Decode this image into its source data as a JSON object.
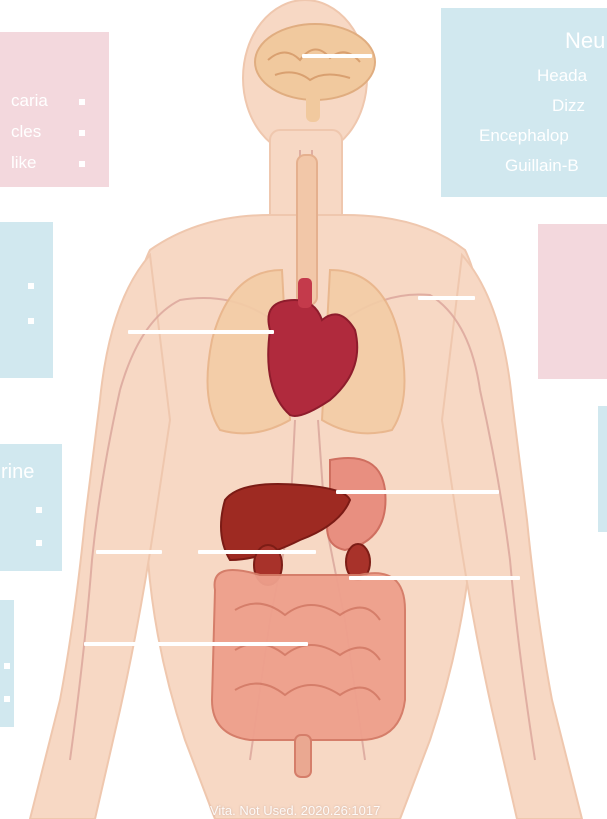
{
  "panels": {
    "neuro": {
      "title": "Neu",
      "items": [
        "Heada",
        "Dizz",
        "Encephalop",
        "Guillain-B"
      ]
    },
    "skin": {
      "items": [
        "caria",
        "cles",
        "like"
      ]
    },
    "renal": {
      "title": "rine"
    }
  },
  "caption": "Vita. Not Used. 2020.26:1017"
}
